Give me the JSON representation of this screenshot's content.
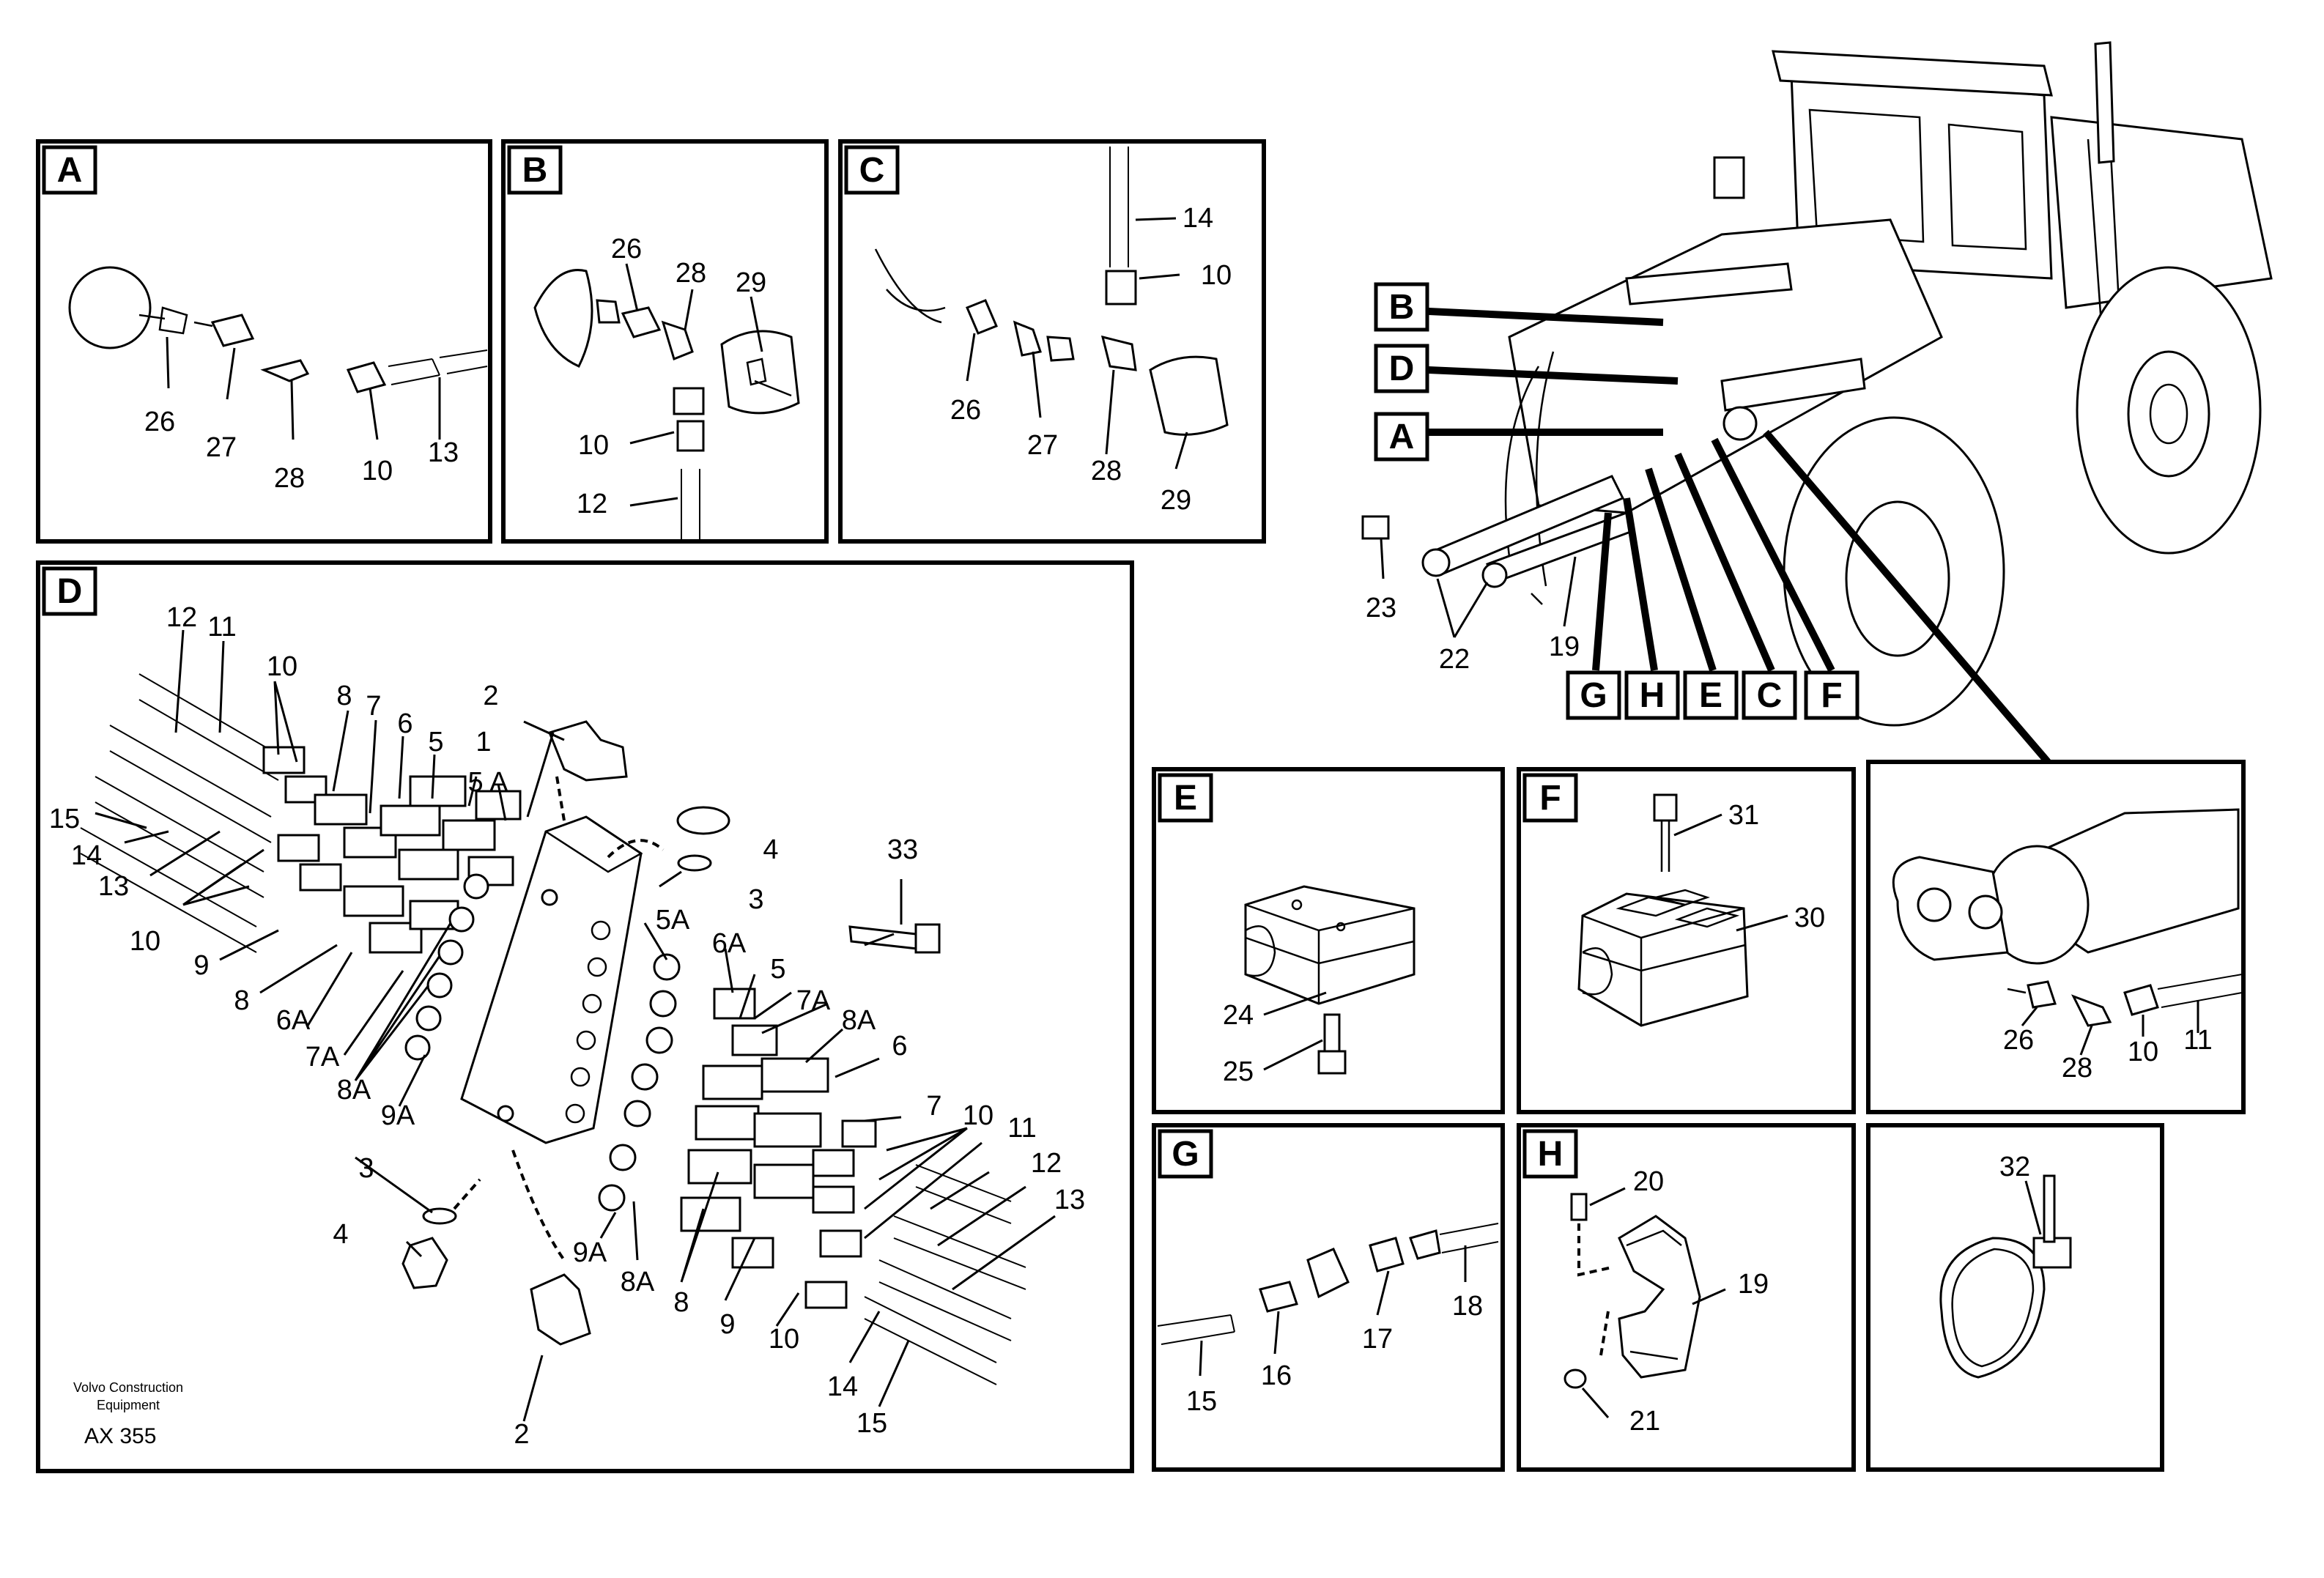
{
  "callouts": {
    "A": [
      "26",
      "27",
      "28",
      "10",
      "13"
    ],
    "B": [
      "26",
      "28",
      "29",
      "10",
      "12"
    ],
    "C": [
      "14",
      "10",
      "26",
      "27",
      "28",
      "29"
    ],
    "D": [
      "12",
      "11",
      "10",
      "8",
      "7",
      "6",
      "5",
      "2",
      "1",
      "5 A",
      "4",
      "33",
      "15",
      "14",
      "13",
      "10",
      "3",
      "5A",
      "6A",
      "5",
      "7A",
      "8A",
      "6",
      "9",
      "8",
      "6A",
      "7A",
      "8A",
      "9A",
      "7",
      "10",
      "11",
      "12",
      "13",
      "3",
      "4",
      "9A",
      "8A",
      "8",
      "9",
      "10",
      "14",
      "15",
      "2"
    ],
    "overview": [
      "23",
      "22",
      "19"
    ],
    "E": [
      "24",
      "25"
    ],
    "F": [
      "31",
      "30"
    ],
    "detail": [
      "26",
      "28",
      "10",
      "11"
    ],
    "G": [
      "15",
      "16",
      "17",
      "18"
    ],
    "H": [
      "20",
      "19",
      "21"
    ],
    "tie": [
      "32"
    ]
  },
  "view_tags": [
    "A",
    "B",
    "C",
    "D",
    "E",
    "F",
    "G",
    "H"
  ],
  "overview_tags_left": [
    "B",
    "D",
    "A"
  ],
  "overview_tags_bottom": [
    "G",
    "H",
    "E",
    "C",
    "F"
  ],
  "footer": {
    "maker_line1": "Volvo Construction",
    "maker_line2": "Equipment",
    "code": "AX 355"
  }
}
